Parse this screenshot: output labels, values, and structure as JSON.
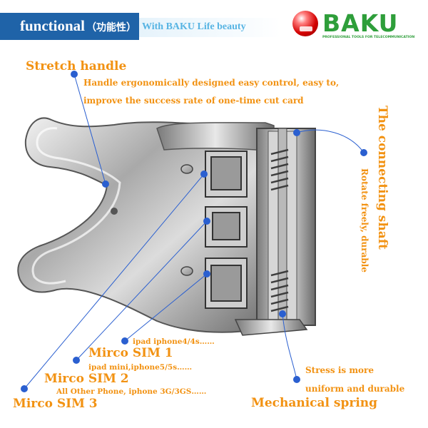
{
  "header": {
    "title": "functional",
    "title_cn": "（功能性）",
    "tagline": "With BAKU Life beauty"
  },
  "logo": {
    "brand": "BAKU",
    "subtitle": "PROFESSIONAL TOOLS FOR TELECOMMUNICATION"
  },
  "labels": {
    "stretch_handle": "Stretch handle",
    "handle_desc_1": "Handle ergonomically designed easy control, easy to,",
    "handle_desc_2": "improve the success rate of one-time cut card",
    "shaft_title": "The connecting shaft",
    "shaft_desc": "Rotate freely, durable",
    "sim1_devices": "ipad iphone4/4s……",
    "sim1": "Mirco SIM 1",
    "sim2_devices": "ipad mini,iphone5/5s……",
    "sim2": "Mirco SIM 2",
    "sim3_devices": "All Other Phone, iphone 3G/3GS……",
    "sim3": "Mirco SIM 3",
    "spring_desc_1": "Stress is more",
    "spring_desc_2": "uniform and durable",
    "spring": "Mechanical spring"
  },
  "colors": {
    "header_blue": "#1f63a8",
    "tagline_blue": "#57b4e3",
    "label_orange": "#f29212",
    "brand_green": "#2e9e3a",
    "brand_red": "#d30000",
    "leader_blue": "#2a5fd0"
  }
}
